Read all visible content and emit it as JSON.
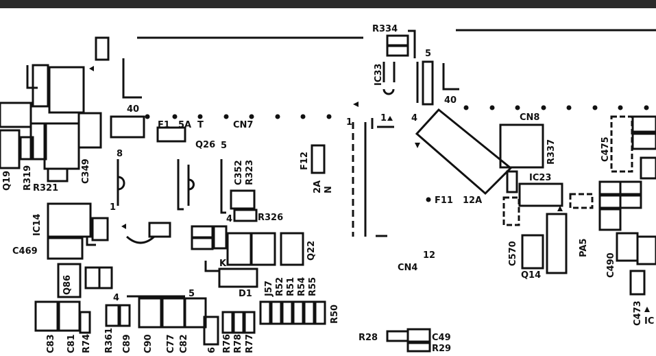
{
  "colors": {
    "ink": "#111111",
    "background": "#ffffff",
    "top_bar": "#2a2a2a"
  },
  "labels": [
    "R334",
    "5",
    "IC33",
    "4",
    "1",
    "40",
    "CN8",
    "40",
    "F1",
    "5A",
    "T",
    "CN7",
    "Q26",
    "5",
    "8",
    "F12",
    "2A",
    "N",
    "R337",
    "C475",
    "IC23",
    "C352",
    "R323",
    "Q19",
    "R319",
    "R321",
    "C349",
    "1",
    "IC14",
    "R326",
    "4",
    "F11",
    "12A",
    "PA5",
    "C570",
    "Q14",
    "C469",
    "Q22",
    "12",
    "CN4",
    "K",
    "D1",
    "J57",
    "R52",
    "R51",
    "R54",
    "R55",
    "R50",
    "Q86",
    "4",
    "5",
    "C490",
    "C473",
    "IC",
    "C83",
    "C81",
    "R74",
    "R361",
    "C89",
    "C90",
    "C77",
    "C82",
    "6",
    "R76",
    "R78",
    "R77",
    "R28",
    "C49",
    "R29",
    "1"
  ]
}
